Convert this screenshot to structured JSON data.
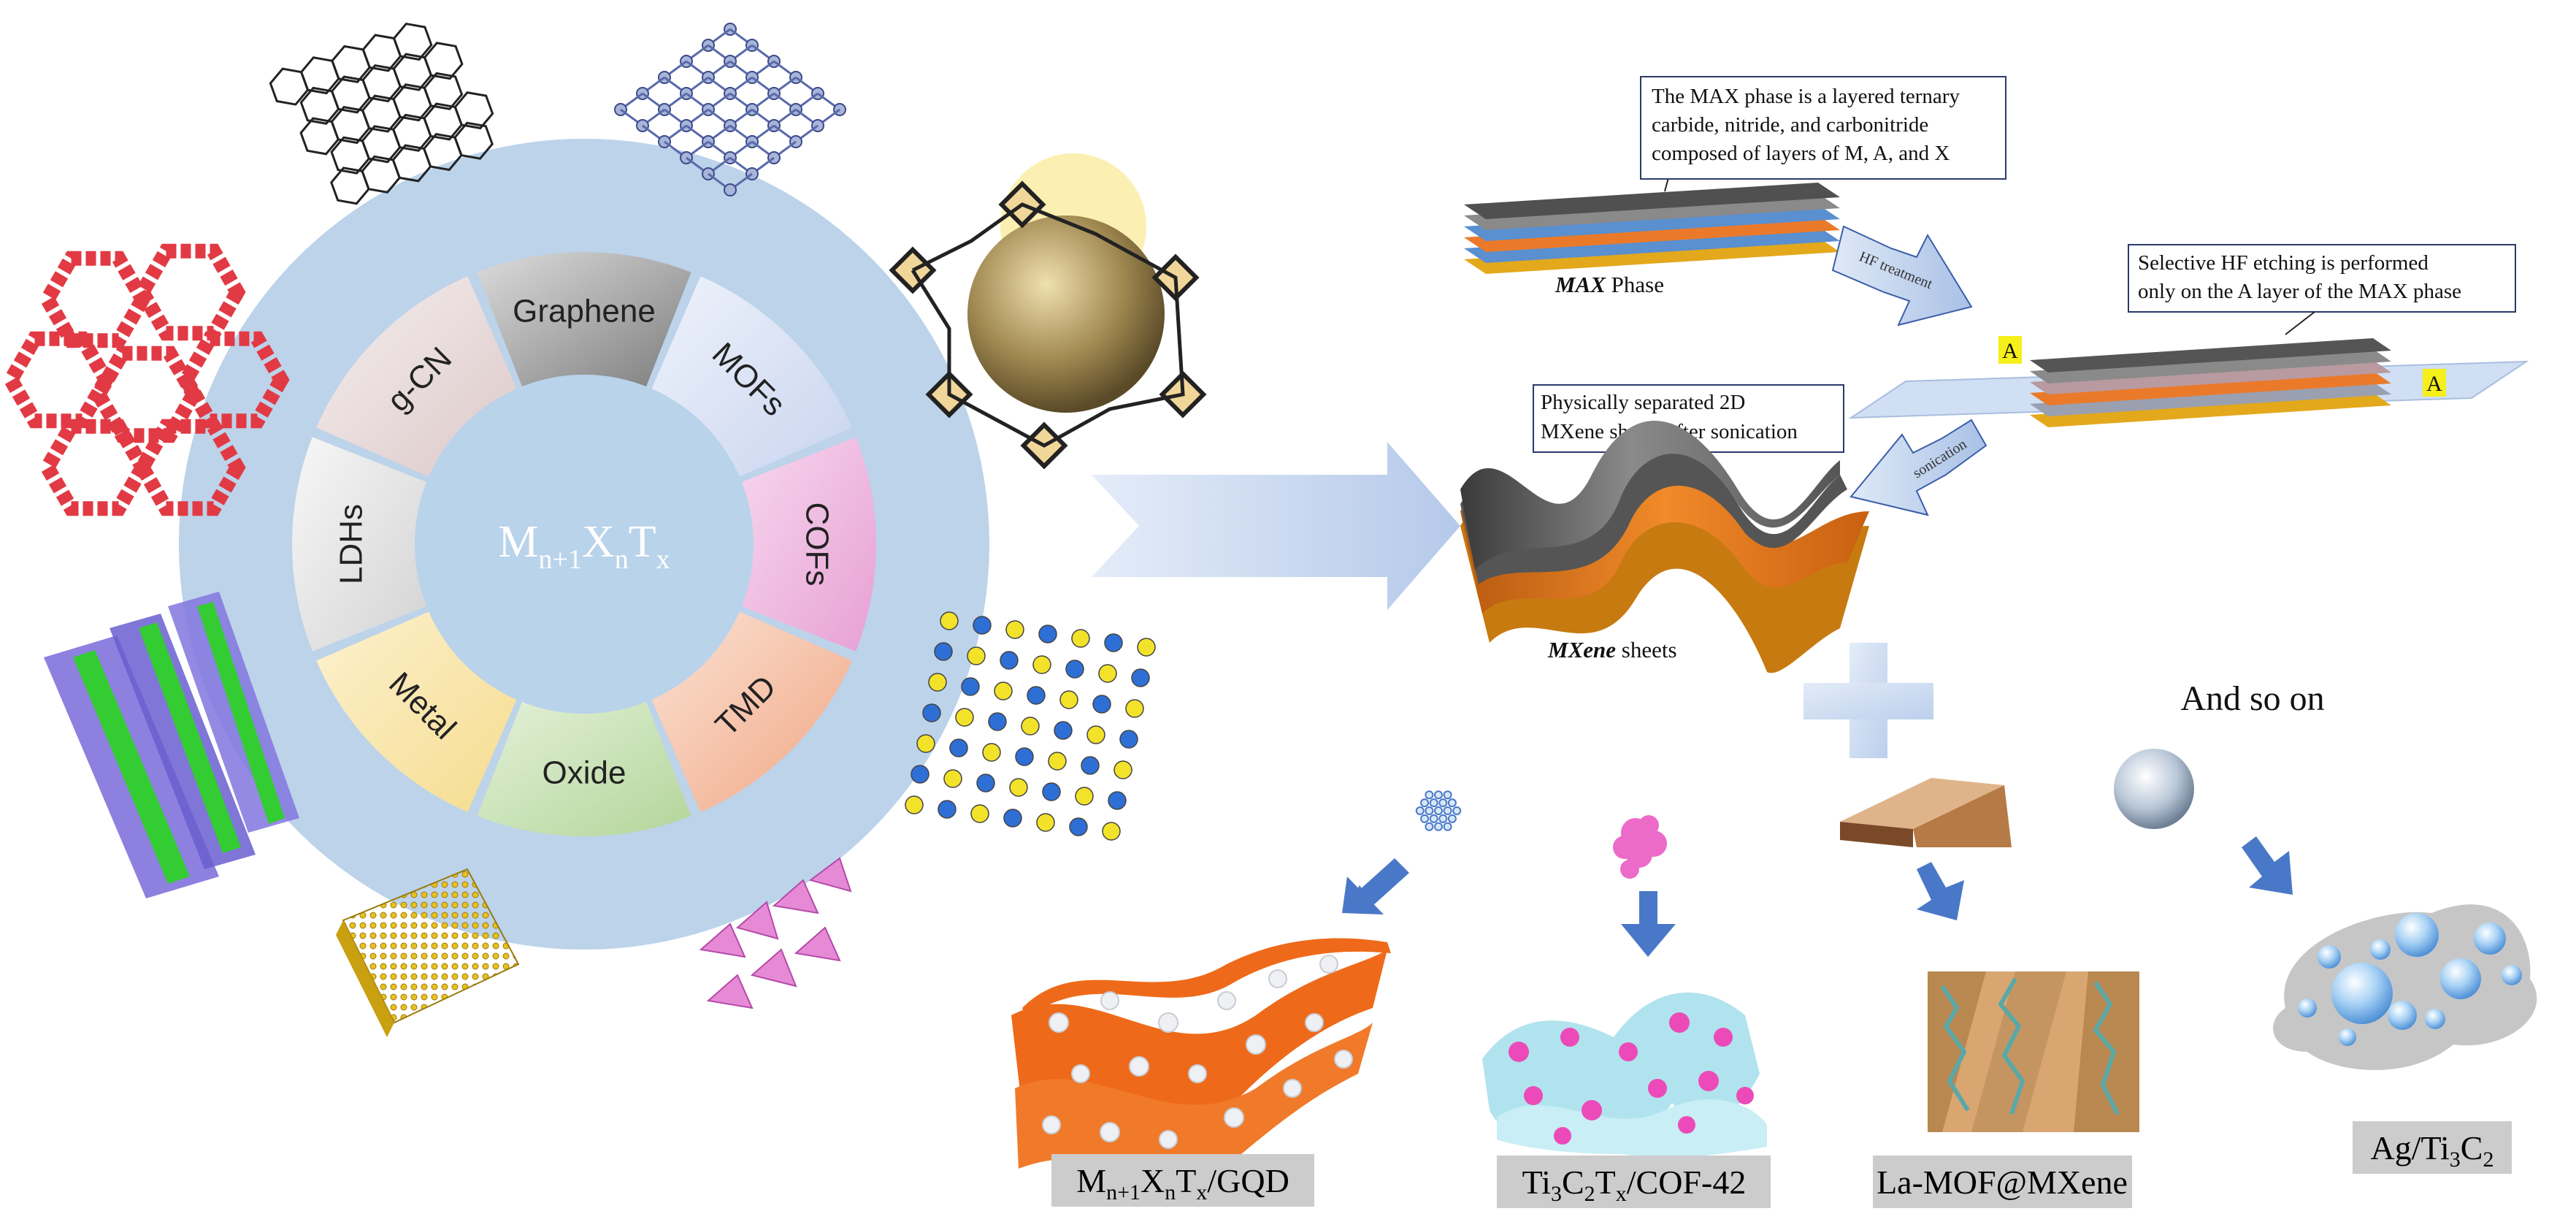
{
  "center": {
    "formula": {
      "base1": "M",
      "sub1": "n+1",
      "base2": "X",
      "sub2": "n",
      "base3": "T",
      "sub3": "x"
    }
  },
  "segments": [
    "Graphene",
    "MOFs",
    "COFs",
    "TMD",
    "Oxide",
    "Metal",
    "LDHs",
    "g-CN"
  ],
  "callouts": {
    "max_phase": [
      "The MAX phase is a layered ternary",
      "carbide, nitride, and carbonitride",
      "composed of layers of M, A, and X"
    ],
    "etching": [
      "Selective HF etching is performed",
      "only on the A layer of the MAX phase"
    ],
    "separated": [
      "Physically separated 2D",
      "MXene sheets after sonication"
    ]
  },
  "labels": {
    "max_phase_italic": "MAX",
    "max_phase_rest": " Phase",
    "mxene_italic": "MXene",
    "mxene_rest": " sheets",
    "hf_treatment": "HF treatment",
    "sonication": "sonication",
    "a_marker_left": "A",
    "a_marker_right": "A",
    "and_so_on": "And so on"
  },
  "products": {
    "gqd": {
      "base1": "M",
      "sub1": "n+1",
      "base2": "X",
      "sub2": "n",
      "base3": "T",
      "sub3": "x",
      "tail": "/GQD"
    },
    "cof": {
      "base1": "Ti",
      "sub1": "3",
      "base2": "C",
      "sub2": "2",
      "base3": "T",
      "sub3": "x",
      "tail": "/COF-42"
    },
    "lamof": "La-MOF@MXene",
    "ag": {
      "head": "Ag/Ti",
      "sub1": "3",
      "base2": "C",
      "sub2": "2"
    }
  },
  "colors": {
    "ring_outer": "#b8d1e8",
    "center_disc": "#b9d3ea",
    "arrow_blue": "#4a78c8",
    "mxene_orange": "#ee6a1a"
  }
}
